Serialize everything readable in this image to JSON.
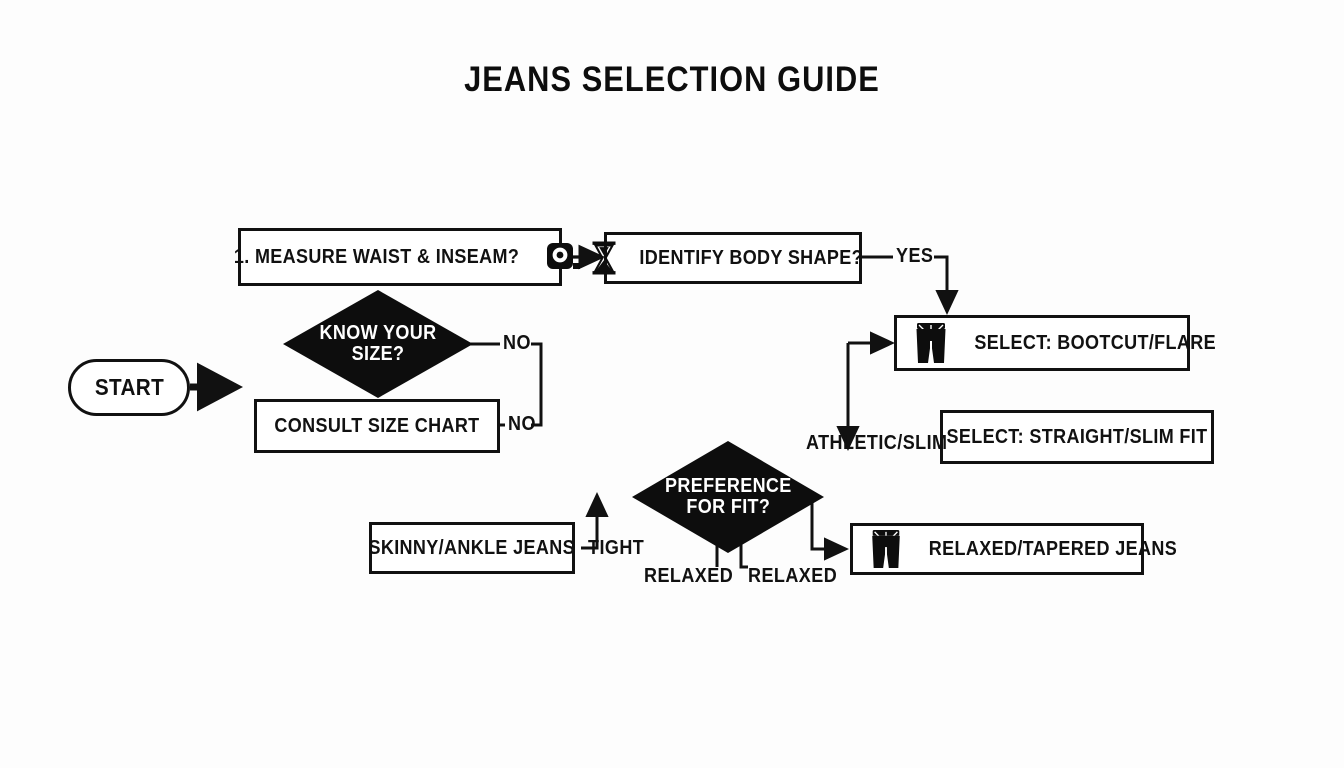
{
  "page": {
    "title": "JEANS SELECTION GUIDE",
    "background_color": "#fdfdfd",
    "ink_color": "#111111"
  },
  "nodes": {
    "start": {
      "label": "START",
      "shape": "pill"
    },
    "measure": {
      "label": "1. MEASURE WAIST & INSEAM?",
      "shape": "box",
      "icon": "tape-measure-icon"
    },
    "body_shape": {
      "label": "IDENTIFY BODY SHAPE?",
      "shape": "box",
      "icon": "hourglass-icon"
    },
    "know_size": {
      "label": "KNOW YOUR SIZE?",
      "shape": "diamond"
    },
    "size_chart": {
      "label": "CONSULT SIZE CHART",
      "shape": "box"
    },
    "bootcut": {
      "label": "SELECT: BOOTCUT/FLARE",
      "shape": "box",
      "icon": "jeans-icon"
    },
    "straight": {
      "label": "SELECT: STRAIGHT/SLIM FIT",
      "shape": "box"
    },
    "preference": {
      "label": "PREFERENCE\nFOR FIT?",
      "shape": "diamond"
    },
    "skinny": {
      "label": "SKINNY/ANKLE JEANS",
      "shape": "box"
    },
    "relaxed_tapered": {
      "label": "RELAXED/TAPERED JEANS",
      "shape": "box",
      "icon": "jeans-icon"
    }
  },
  "edge_labels": {
    "yes": "YES",
    "no_top": "NO",
    "no_bottom": "NO",
    "athletic_slim": "ATHLETIC/SLIM",
    "tight": "TIGHT",
    "relaxed_left": "RELAXED",
    "relaxed_right": "RELAXED"
  }
}
